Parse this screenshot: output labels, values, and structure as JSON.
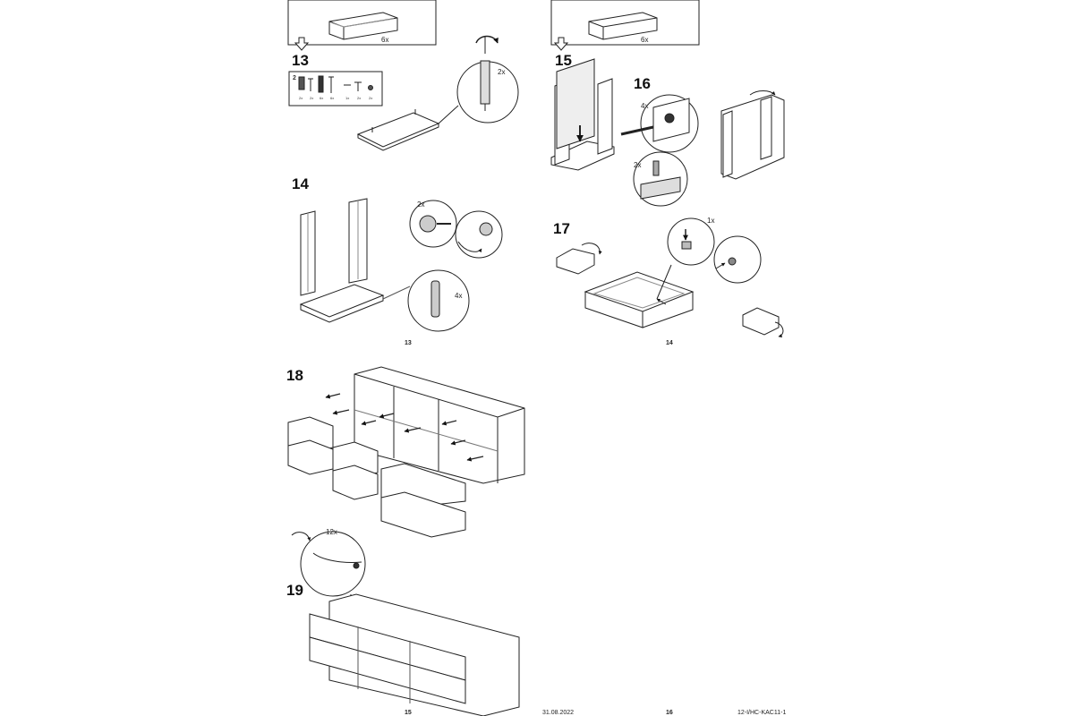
{
  "left_page": {
    "header_box": {
      "count": "6x"
    },
    "step13": {
      "number": "13",
      "screw_count": "2x",
      "hardware_counts": [
        "2x",
        "2x",
        "6x",
        "6x",
        "1x",
        "2x",
        "2x"
      ],
      "hardware_label": "2"
    },
    "step14": {
      "number": "14",
      "cam_count": "2x",
      "dowel_count": "4x"
    },
    "inner_page_number": "13",
    "step18": {
      "number": "18"
    },
    "step19": {
      "number": "19",
      "screw_count": "12x"
    },
    "page_number": "15"
  },
  "right_page": {
    "header_box": {
      "count": "6x"
    },
    "step15": {
      "number": "15"
    },
    "step16": {
      "number": "16",
      "bolt_count": "4x",
      "cam_count": "2x"
    },
    "step17": {
      "number": "17",
      "clip_count": "1x"
    },
    "inner_page_number": "14",
    "page_number": "16"
  },
  "footer": {
    "date": "31.08.2022",
    "doc_code": "12-I/HC-KAC11-1"
  }
}
